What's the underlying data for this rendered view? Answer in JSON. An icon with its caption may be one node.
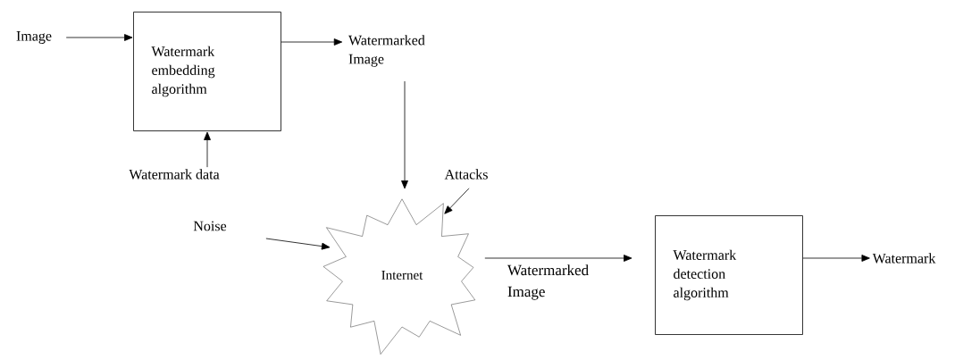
{
  "diagram": {
    "nodes": [
      {
        "text": [
          "Image"
        ]
      },
      {
        "text": [
          "Watermark embedding algorithm"
        ]
      },
      {
        "text": [
          "Watermarked Image"
        ]
      },
      {
        "text": [
          "Watermark data"
        ]
      },
      {
        "text": [
          "Attacks"
        ]
      },
      {
        "text": [
          "Noise"
        ]
      },
      {
        "text": [
          "Internet"
        ]
      },
      {
        "text": [
          "Watermark detection algorithm"
        ]
      },
      {
        "text": [
          "Watermark"
        ]
      }
    ],
    "edges": [
      {
        "from": 0,
        "to": 1,
        "arrow": "to"
      },
      {
        "from": 1,
        "to": 2,
        "arrow": "to"
      },
      {
        "from": 3,
        "to": 1,
        "arrow": "to"
      },
      {
        "from": 2,
        "to": 6,
        "arrow": "to"
      },
      {
        "from": 4,
        "to": 6,
        "arrow": "to"
      },
      {
        "from": 5,
        "to": 6,
        "arrow": "to"
      },
      {
        "from": 6,
        "to": 7,
        "arrow": "to",
        "label": "Watermarked Image"
      },
      {
        "from": 7,
        "to": 8,
        "arrow": "to"
      }
    ]
  }
}
